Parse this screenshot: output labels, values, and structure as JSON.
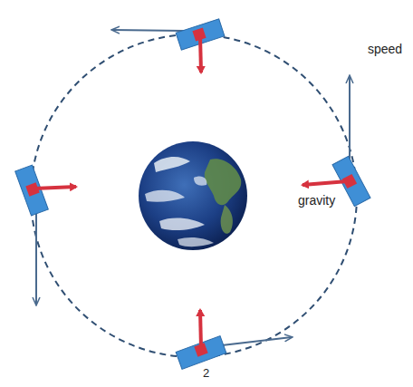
{
  "diagram": {
    "labels": [
      "speed",
      "gravity",
      "2"
    ]
  }
}
